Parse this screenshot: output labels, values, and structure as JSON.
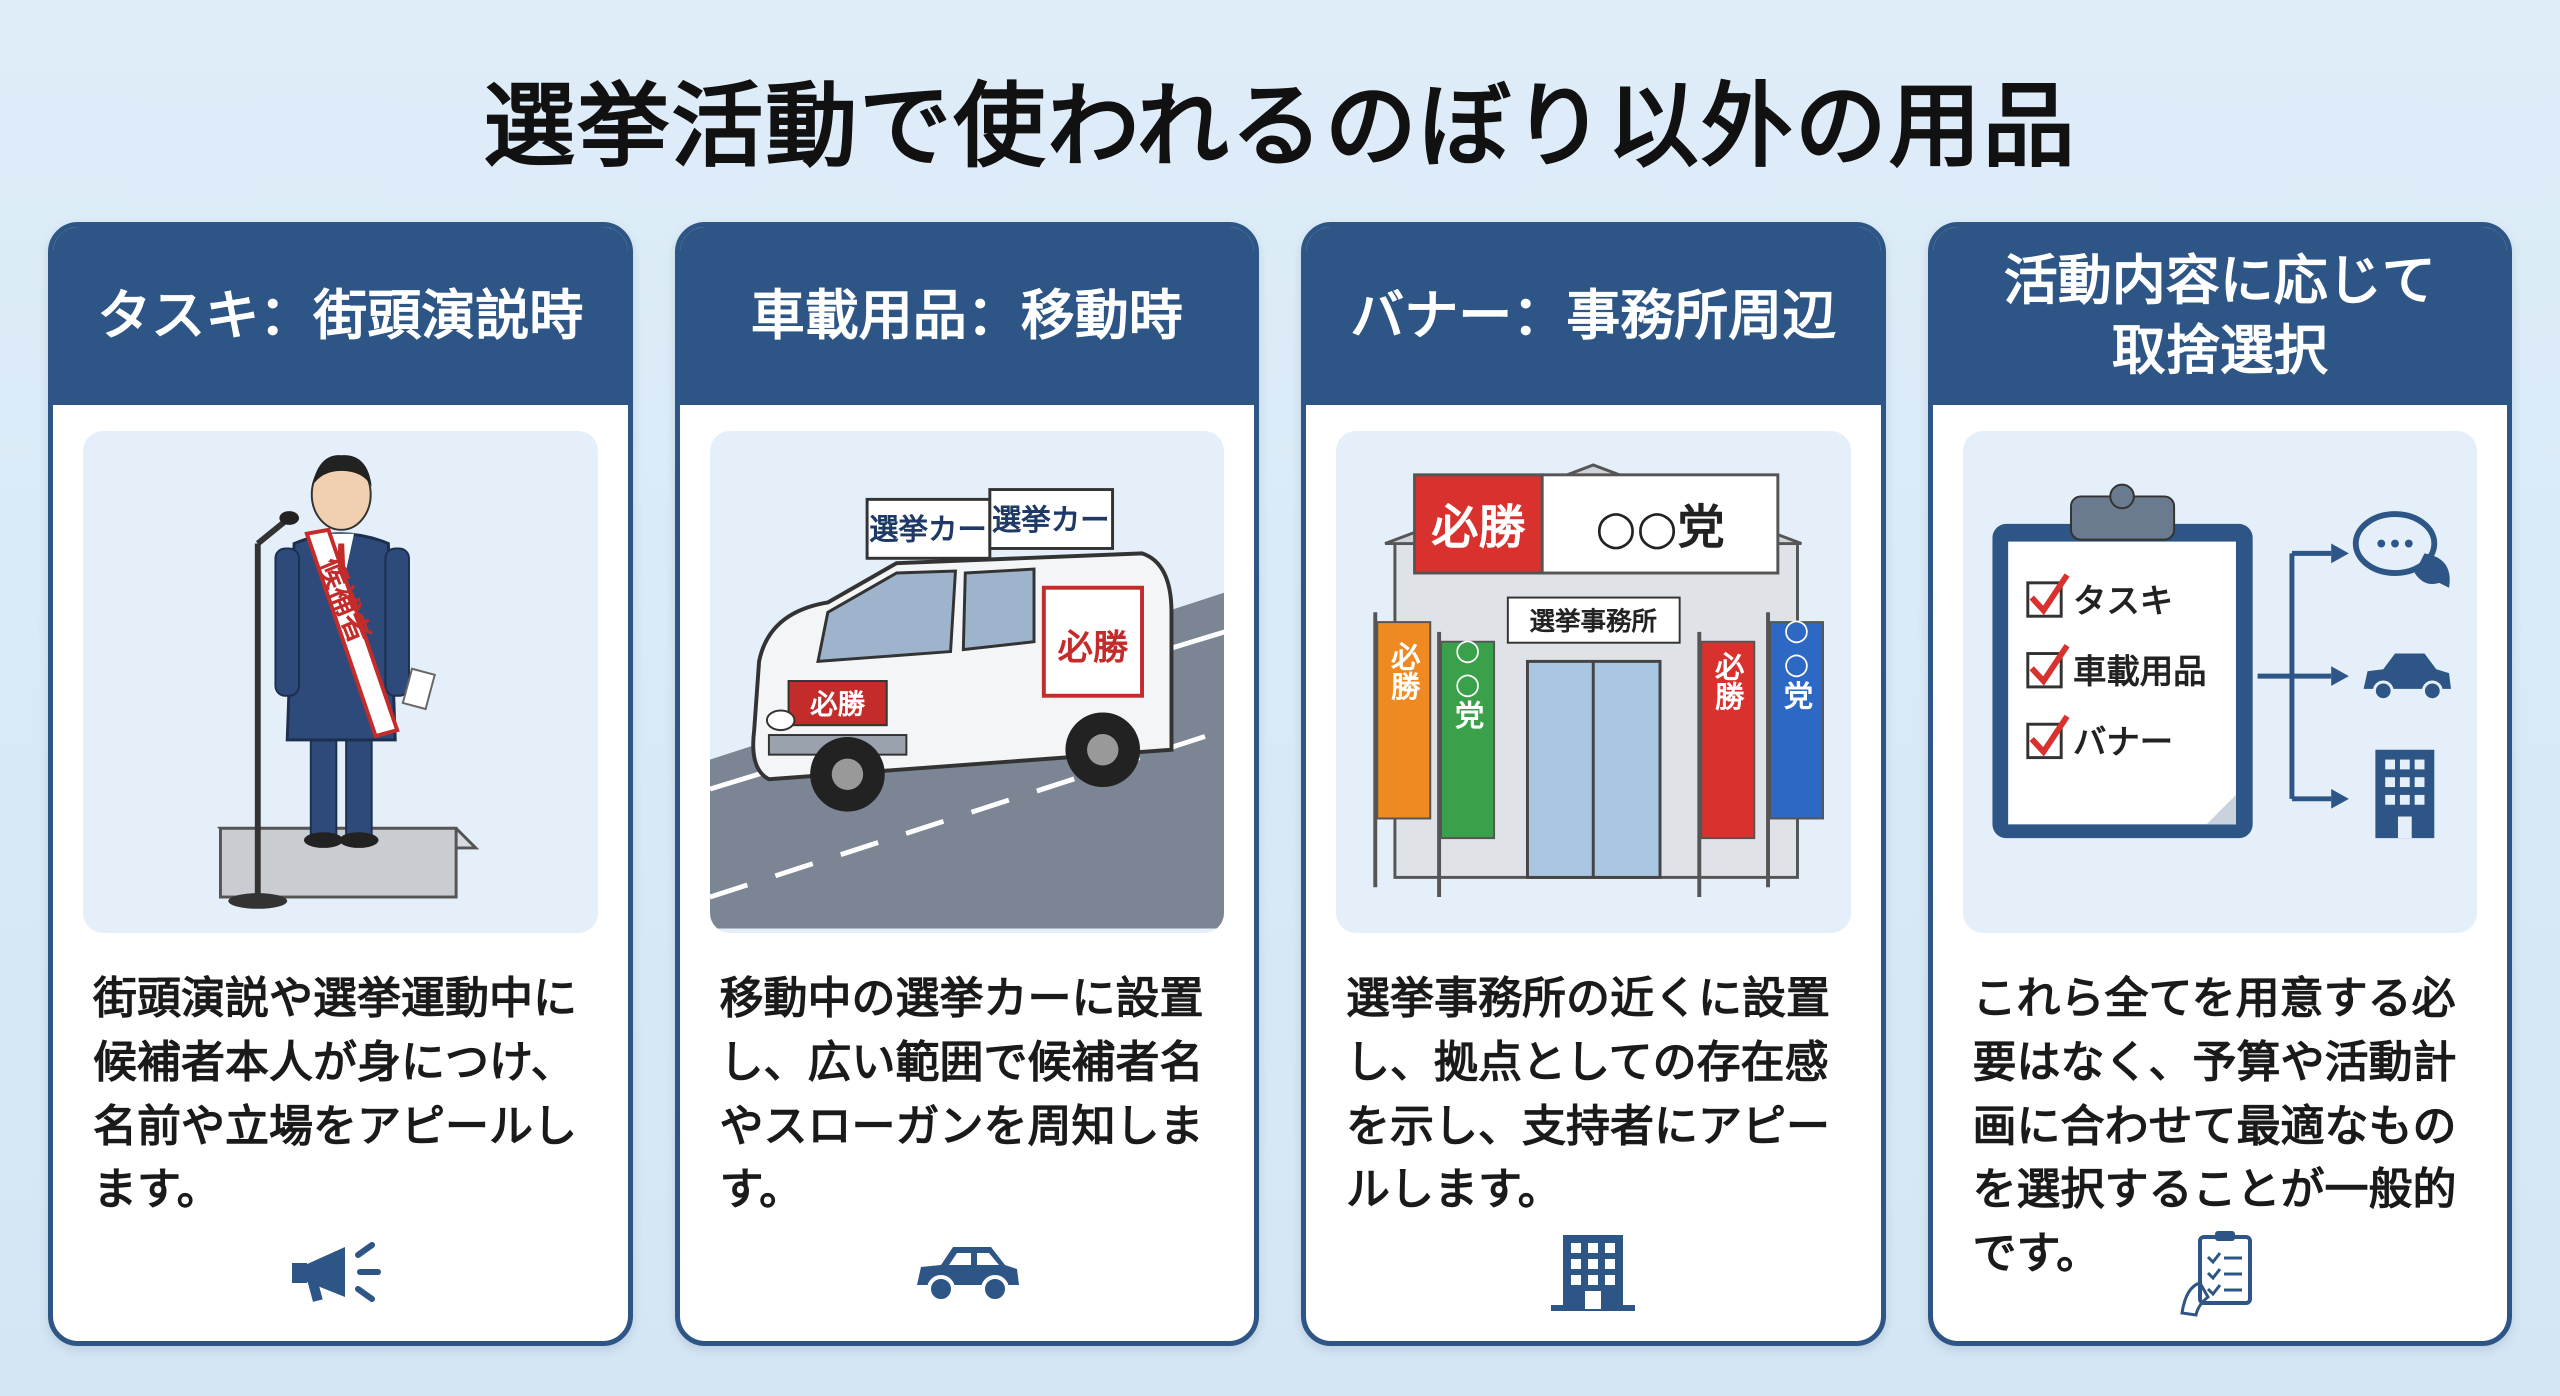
{
  "page": {
    "title": "選挙活動で使われるのぼり以外の用品"
  },
  "colors": {
    "header_blue": "#2d5585",
    "card_border": "#2d5585",
    "illus_bg": "#e4eff9",
    "accent_red": "#d9322e"
  },
  "cards": [
    {
      "header": "タスキ：街頭演説時",
      "text": "街頭演説や選挙運動中に候補者本人が身につけ、名前や立場をアピールします。",
      "sash_label": "候補者",
      "icon": "megaphone-icon"
    },
    {
      "header": "車載用品：移動時",
      "text": "移動中の選挙カーに設置し、広い範囲で候補者名やスローガンを周知します。",
      "roof_sign_1": "選挙カー",
      "roof_sign_2": "選挙カー",
      "side_sign": "必勝",
      "front_sign": "必勝",
      "icon": "car-icon"
    },
    {
      "header": "バナー：事務所周辺",
      "text": "選挙事務所の近くに設置し、拠点としての存在感を示し、支持者にアピールします。",
      "banner_red": "必勝",
      "banner_white": "○○党",
      "office_sign": "選挙事務所",
      "flags": [
        "必勝",
        "○○党",
        "必勝",
        "○○党"
      ],
      "icon": "building-icon"
    },
    {
      "header": "活動内容に応じて\n取捨選択",
      "text": "これら全てを用意する必要はなく、予算や活動計画に合わせて最適なものを選択することが一般的です。",
      "checklist": [
        "タスキ",
        "車載用品",
        "バナー"
      ],
      "icon": "checklist-icon"
    }
  ]
}
